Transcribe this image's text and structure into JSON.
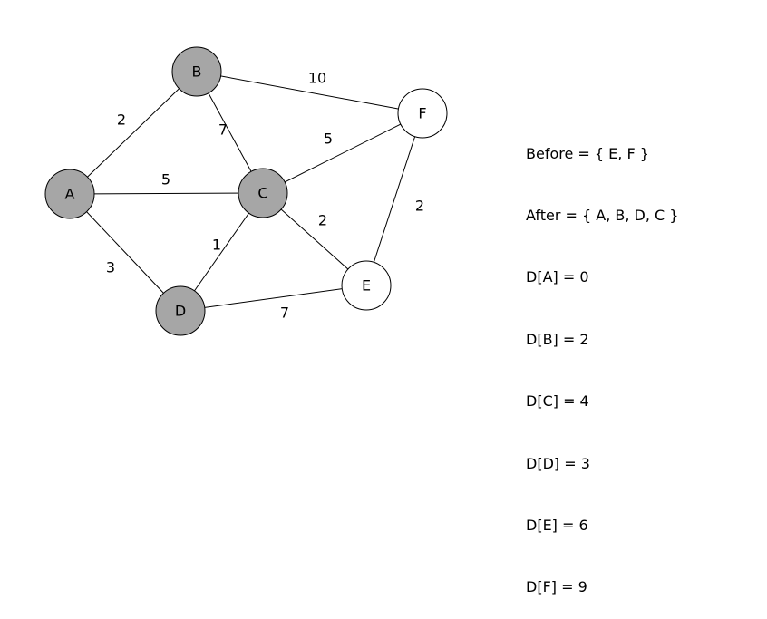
{
  "graph": {
    "nodes": [
      {
        "id": "A",
        "label": "A",
        "visited": true
      },
      {
        "id": "B",
        "label": "B",
        "visited": true
      },
      {
        "id": "C",
        "label": "C",
        "visited": true
      },
      {
        "id": "D",
        "label": "D",
        "visited": true
      },
      {
        "id": "E",
        "label": "E",
        "visited": false
      },
      {
        "id": "F",
        "label": "F",
        "visited": false
      }
    ],
    "edges": [
      {
        "from": "A",
        "to": "B",
        "weight": "2"
      },
      {
        "from": "A",
        "to": "C",
        "weight": "5"
      },
      {
        "from": "A",
        "to": "D",
        "weight": "3"
      },
      {
        "from": "B",
        "to": "C",
        "weight": "7"
      },
      {
        "from": "B",
        "to": "F",
        "weight": "10"
      },
      {
        "from": "C",
        "to": "F",
        "weight": "5"
      },
      {
        "from": "C",
        "to": "D",
        "weight": "1"
      },
      {
        "from": "C",
        "to": "E",
        "weight": "2"
      },
      {
        "from": "D",
        "to": "E",
        "weight": "7"
      },
      {
        "from": "E",
        "to": "F",
        "weight": "2"
      }
    ]
  },
  "colors": {
    "visited_fill": "#a6a6a6",
    "unvisited_fill": "#ffffff",
    "stroke": "#000000"
  },
  "info": {
    "before": "Before = { E, F }",
    "after": "After = { A, B, D, C }",
    "distances": [
      "D[A] = 0",
      "D[B] = 2",
      "D[C] = 4",
      "D[D] = 3",
      "D[E] = 6",
      "D[F] = 9"
    ]
  }
}
